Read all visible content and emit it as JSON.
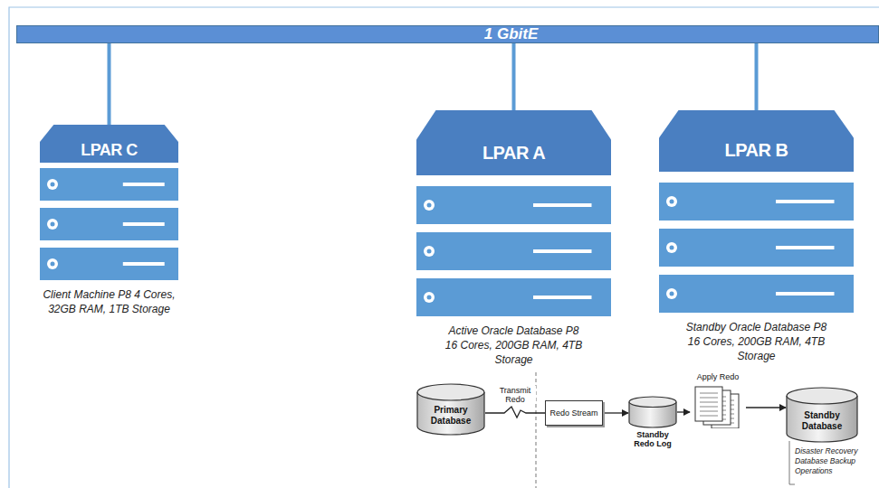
{
  "diagram": {
    "nodes": [
      {
        "text": [
          "1 GbitE"
        ]
      },
      {
        "text": [
          "LPAR C",
          "Client Machine P8 4 Cores, 32GB RAM, 1TB Storage"
        ]
      },
      {
        "text": [
          "LPAR A",
          "Active Oracle Database P8 16 Cores, 200GB RAM, 4TB Storage"
        ]
      },
      {
        "text": [
          "LPAR B",
          "Standby Oracle Database P8 16 Cores, 200GB RAM, 4TB Storage"
        ]
      },
      {
        "text": [
          "Primary Database"
        ]
      },
      {
        "text": [
          "Redo Stream"
        ]
      },
      {
        "text": [
          "Standby Redo Log"
        ]
      },
      {
        "text": [
          "Apply Redo"
        ]
      },
      {
        "text": [
          "Standby Database"
        ]
      }
    ],
    "edges": [
      {
        "from": 0,
        "to": 1,
        "arrow": "none"
      },
      {
        "from": 0,
        "to": 2,
        "arrow": "none"
      },
      {
        "from": 0,
        "to": 3,
        "arrow": "none"
      },
      {
        "from": 4,
        "to": 5,
        "label": "Transmit Redo",
        "arrow": "none"
      },
      {
        "from": 5,
        "to": 6,
        "arrow": "to"
      },
      {
        "from": 6,
        "to": 7,
        "arrow": "to"
      },
      {
        "from": 7,
        "to": 8,
        "arrow": "to"
      }
    ],
    "labels": [
      "Disaster Recovery Database Backup Operations"
    ]
  }
}
